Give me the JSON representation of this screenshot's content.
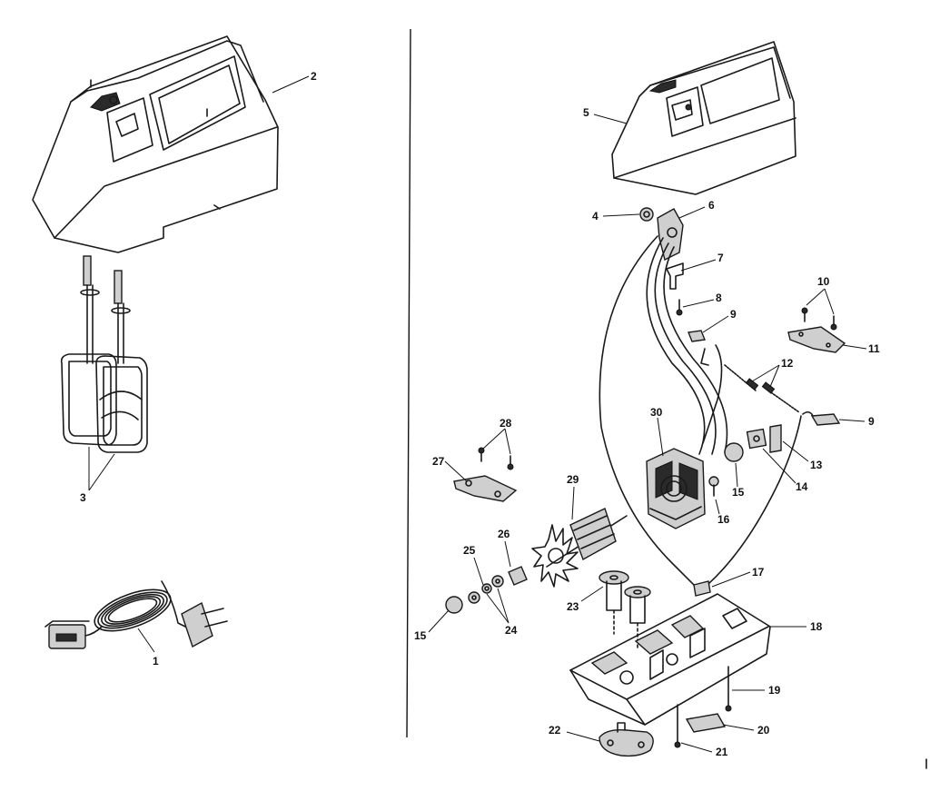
{
  "diagram": {
    "callouts": [
      {
        "id": "p1",
        "label": "1"
      },
      {
        "id": "p2",
        "label": "2"
      },
      {
        "id": "p3",
        "label": "3"
      },
      {
        "id": "p4",
        "label": "4"
      },
      {
        "id": "p5",
        "label": "5"
      },
      {
        "id": "p6",
        "label": "6"
      },
      {
        "id": "p7",
        "label": "7"
      },
      {
        "id": "p8",
        "label": "8"
      },
      {
        "id": "p9a",
        "label": "9"
      },
      {
        "id": "p9b",
        "label": "9"
      },
      {
        "id": "p10",
        "label": "10"
      },
      {
        "id": "p11",
        "label": "11"
      },
      {
        "id": "p12",
        "label": "12"
      },
      {
        "id": "p13",
        "label": "13"
      },
      {
        "id": "p14",
        "label": "14"
      },
      {
        "id": "p15a",
        "label": "15"
      },
      {
        "id": "p15b",
        "label": "15"
      },
      {
        "id": "p16",
        "label": "16"
      },
      {
        "id": "p17",
        "label": "17"
      },
      {
        "id": "p18",
        "label": "18"
      },
      {
        "id": "p19",
        "label": "19"
      },
      {
        "id": "p20",
        "label": "20"
      },
      {
        "id": "p21",
        "label": "21"
      },
      {
        "id": "p22",
        "label": "22"
      },
      {
        "id": "p23",
        "label": "23"
      },
      {
        "id": "p24",
        "label": "24"
      },
      {
        "id": "p25",
        "label": "25"
      },
      {
        "id": "p26",
        "label": "26"
      },
      {
        "id": "p27",
        "label": "27"
      },
      {
        "id": "p28",
        "label": "28"
      },
      {
        "id": "p29",
        "label": "29"
      },
      {
        "id": "p30",
        "label": "30"
      }
    ]
  }
}
